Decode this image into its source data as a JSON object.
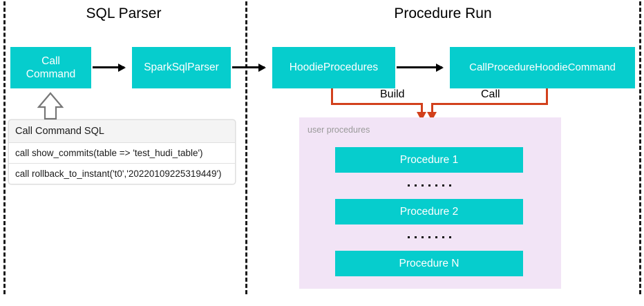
{
  "diagram": {
    "sections": [
      {
        "id": "sql-parser",
        "title": "SQL Parser"
      },
      {
        "id": "procedure-run",
        "title": "Procedure Run"
      }
    ],
    "nodes": {
      "call_command": "Call\nCommand",
      "call_command_line1": "Call",
      "call_command_line2": "Command",
      "spark_sql_parser": "SparkSqlParser",
      "hoodie_procedures": "HoodieProcedures",
      "call_procedure_hoodie_command": "CallProcedureHoodieCommand"
    },
    "edge_labels": {
      "build": "Build",
      "call": "Call"
    },
    "sql_table": {
      "header": "Call Command SQL",
      "rows": [
        "call show_commits(table => 'test_hudi_table')",
        "call rollback_to_instant('t0','20220109225319449')"
      ]
    },
    "user_procedures": {
      "label": "user procedures",
      "items": [
        "Procedure 1",
        "Procedure 2",
        "Procedure N"
      ],
      "ellipsis_dot_count": 7
    },
    "colors": {
      "node_fill": "#06CDCD",
      "node_text": "#FFFFFF",
      "panel_fill": "#F2E4F6",
      "connector_orange": "#D2401C",
      "arrow_black": "#000000",
      "divider_dash": "#1A1A1A",
      "table_header_fill": "#F4F4F4",
      "panel_label_text": "#9A9A9A",
      "background": "#FFFFFF"
    }
  }
}
